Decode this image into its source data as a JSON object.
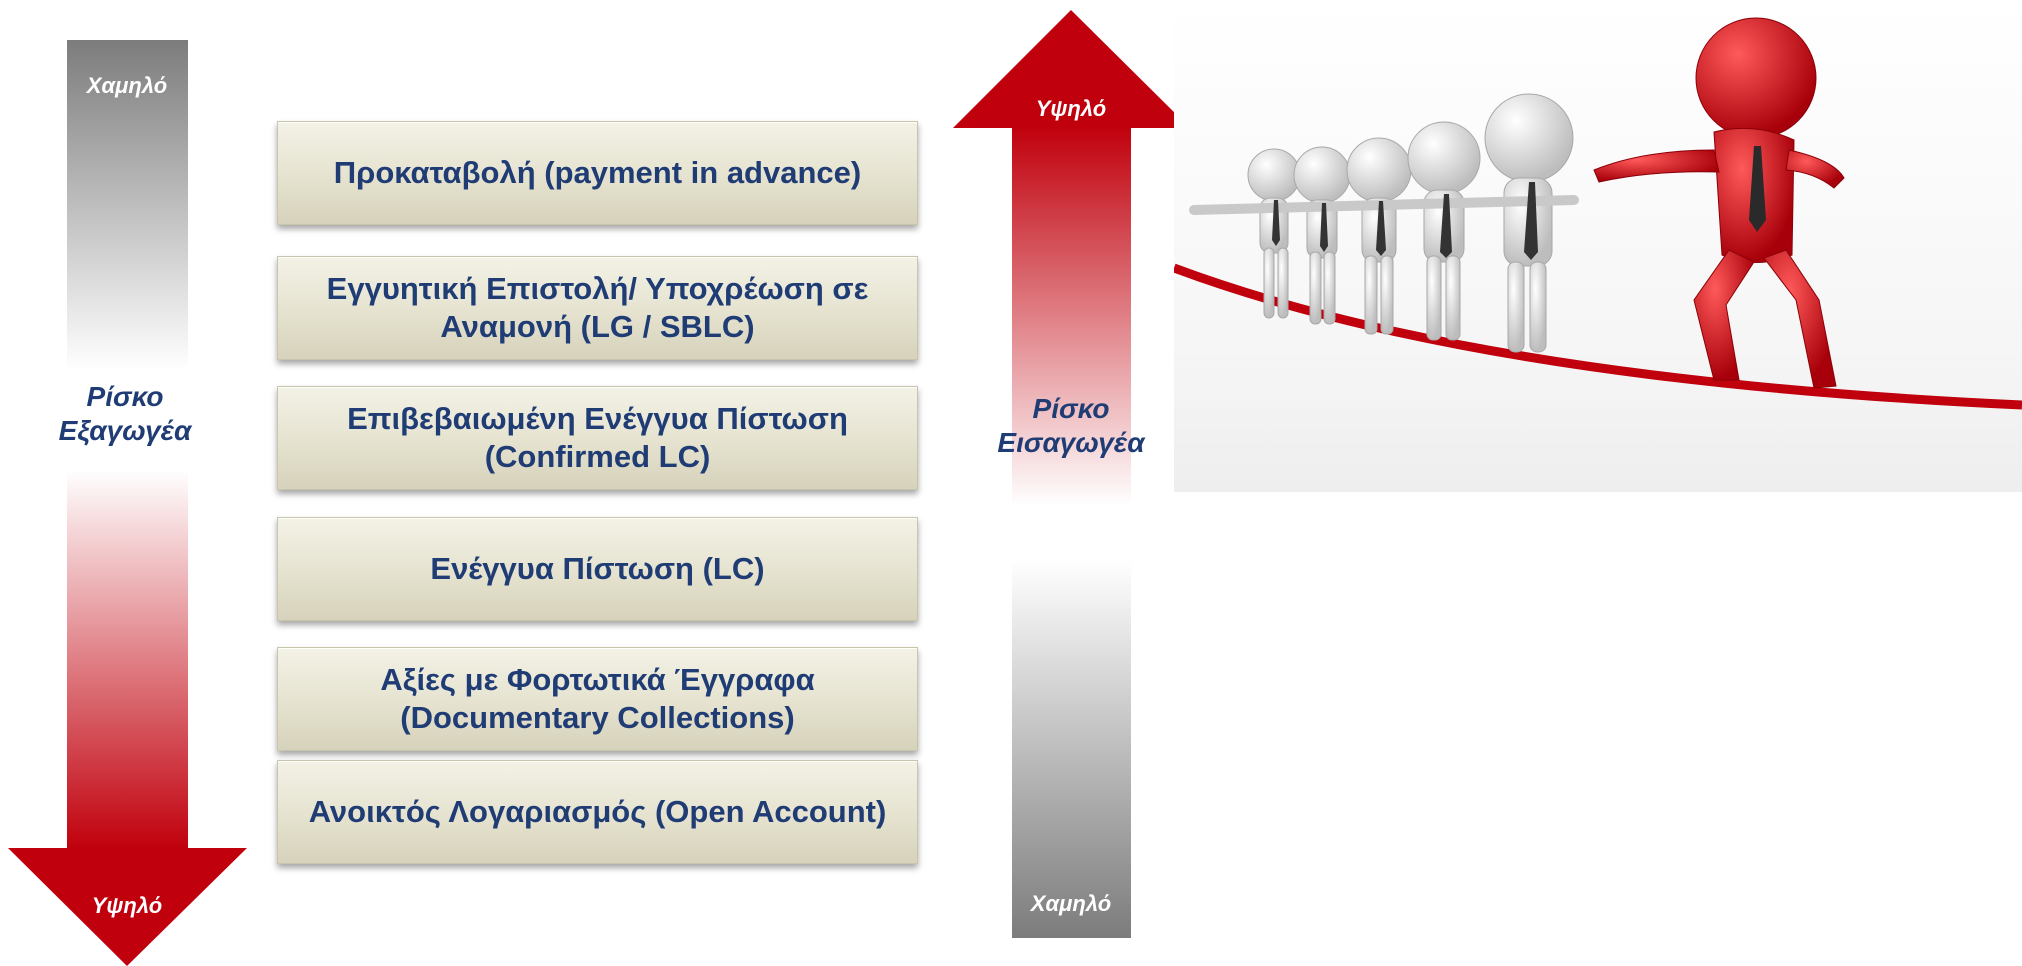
{
  "left_scale": {
    "top_label": "Χαμηλό",
    "bottom_label": "Υψηλό",
    "title": "Ρίσκο Εξαγωγέα"
  },
  "right_scale": {
    "top_label": "Υψηλό",
    "bottom_label": "Χαμηλό",
    "title": "Ρίσκο Εισαγωγέα"
  },
  "methods": [
    "Προκαταβολή (payment in advance)",
    "Εγγυητική Επιστολή/ Υποχρέωση σε Αναμονή (LG / SBLC)",
    "Επιβεβαιωμένη Ενέγγυα Πίστωση (Confirmed LC)",
    "Ενέγγυα Πίστωση (LC)",
    "Αξίες με Φορτωτικά Έγγραφα (Documentary Collections)",
    "Ανοικτός Λογαριασμός (Open Account)"
  ],
  "colors": {
    "accent_red": "#c0000c",
    "label_blue": "#1f3c75",
    "box_beige": "#e5e2cf"
  }
}
